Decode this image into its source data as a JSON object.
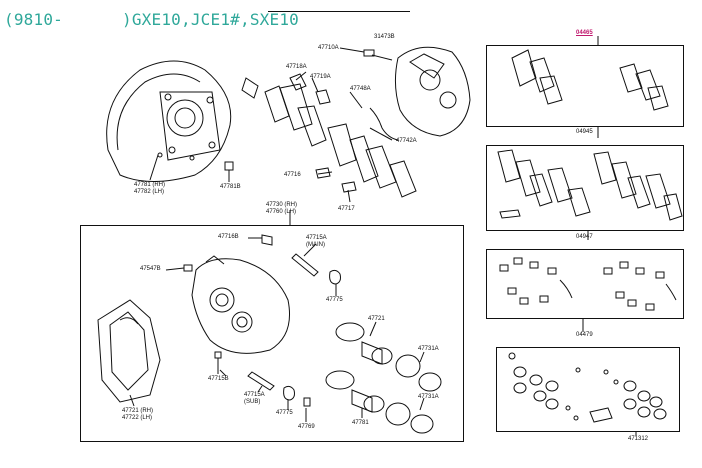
{
  "header": {
    "text": "(9810-      )GXE10,JCE1#,SXE10"
  },
  "parts": {
    "p47781": "47781 (RH)",
    "p47782": "47782 (LH)",
    "p47781b": "47781B",
    "p47710a": "47710A",
    "p47718a_top": "47718A",
    "p47719a": "47719A",
    "p31473b": "31473B",
    "p47748a": "47748A",
    "p47742a": "47742A",
    "p47716": "47716",
    "p47717": "47717",
    "p47730": "47730 (RH)",
    "p47760": "47760 (LH)",
    "p47715a_main_num": "47715A",
    "p47715a_main_tag": "(MAIN)",
    "p47716b": "47716B",
    "p47547b": "47547B",
    "p47775_top": "47775",
    "p47721_top": "47721",
    "p47731a_top": "47731A",
    "p47721": "47721 (RH)",
    "p47722": "47722 (LH)",
    "p47715b": "47715B",
    "p47715a_sub_num": "47715A",
    "p47715a_sub_tag": "(SUB)",
    "p47775_bot": "47775",
    "p47769": "47769",
    "p47781_bot": "47781",
    "p47731a_bot": "47731A",
    "k04465": "04465",
    "k04945": "04945",
    "k04947": "04947",
    "k04479": "04479",
    "k471312": "471312"
  },
  "colors": {
    "header": "#2fa89a",
    "selected": "#c0186e",
    "ink": "#111111"
  }
}
